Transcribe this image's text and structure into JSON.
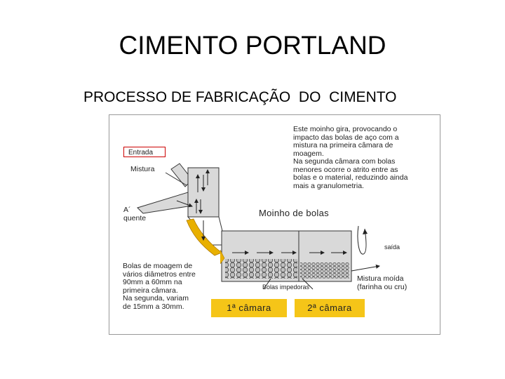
{
  "title": "CIMENTO PORTLAND",
  "subtitle": "PROCESSO DE FABRICAÇÃO  DO  CIMENTO",
  "diagram": {
    "entrada": "Entrada",
    "mistura": "Mistura",
    "ar_quente_1": "A´",
    "ar_quente_2": "quente",
    "moinho_title": "Moinho de bolas",
    "desc_top": "Este moinho gira, provocando o\nimpacto das bolas de aço com a\nmistura na primeira câmara de\nmoagem.\nNa segunda câmara com bolas\nmenores ocorre o atrito entre as\nbolas e o material, reduzindo ainda\nmais a granulometria.",
    "desc_left": "Bolas de moagem de\nvários diâmetros entre\n90mm a 60mm na\nprimeira câmara.\nNa segunda, variam\nde 15mm a 30mm.",
    "bolas_impedoras": "Bolas impedoras",
    "saida": "saída",
    "mistura_moida": "Mistura moída\n(farinha ou cru)",
    "camara_1": "1ª  câmara",
    "camara_2": "2ª  câmara",
    "colors": {
      "chamber_fill": "#f5c518",
      "hot_air": "#e8b000",
      "mill_body": "#d9d9d9",
      "entrada_border": "#cc0000"
    }
  }
}
